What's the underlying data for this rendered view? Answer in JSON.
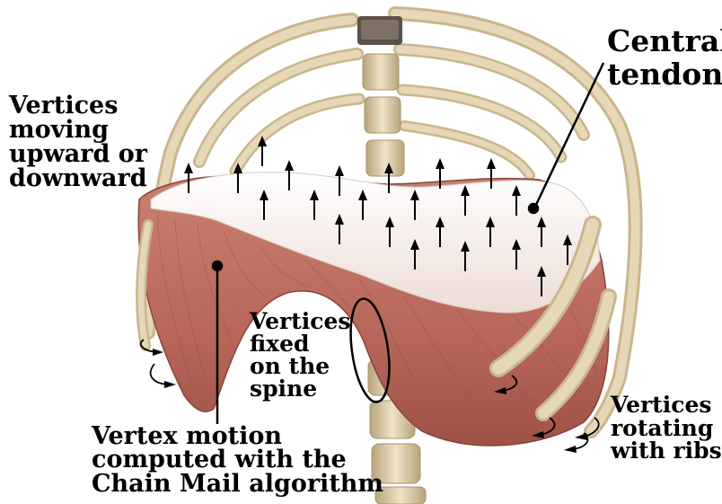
{
  "labels": {
    "central_tendon": "Central\ntendon",
    "vertices_moving": "Vertices\nmoving\nupward or\ndownward",
    "vertices_fixed": "Vertices\nfixed\non the\nspine",
    "vertices_rotating": "Vertices\nrotating\nwith ribs",
    "chain_mail": "Vertex motion\ncomputed with the\nChain Mail algorithm"
  },
  "colors": {
    "muscle": "#b8665a",
    "tendon": "#f3ece8",
    "bone": "#e2d3b2",
    "bone_shadow": "#b8a47c"
  }
}
